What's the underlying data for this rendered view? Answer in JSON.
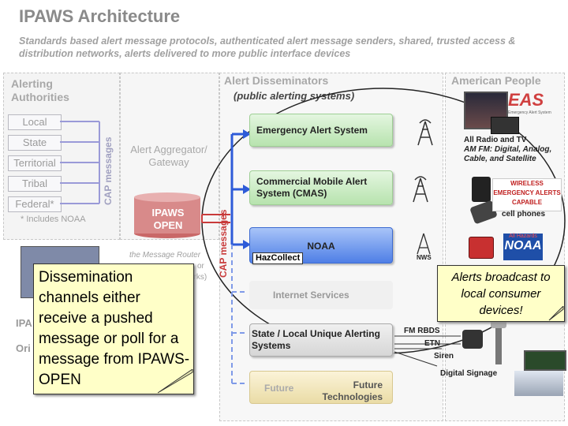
{
  "title": "IPAWS Architecture",
  "subtitle": "Standards based alert message protocols, authenticated alert message senders, shared, trusted access & distribution networks, alerts delivered to more public interface devices",
  "alerting": {
    "heading": "Alerting Authorities",
    "items": [
      "Local",
      "State",
      "Territorial",
      "Tribal",
      "Federal*"
    ],
    "footnote": "* Includes NOAA",
    "cap_label": "CAP messages"
  },
  "aggregator": {
    "label": "Alert Aggregator/ Gateway",
    "ipaws_label": "IPAWS OPEN",
    "router_text": "the Message Router",
    "router_partial": "or",
    "router_partial2": "orks)"
  },
  "disseminators": {
    "heading": "Alert Disseminators",
    "subheading": "(public alerting systems)",
    "cap_label": "CAP messages",
    "items": [
      {
        "label": "Emergency Alert System"
      },
      {
        "label": "Commercial Mobile Alert System (CMAS)"
      },
      {
        "label": "NOAA"
      },
      {
        "label": "Internet Services"
      },
      {
        "label": "State / Local Unique Alerting Systems"
      },
      {
        "label": "Future Technologies"
      }
    ],
    "hazcollect": "HazCollect",
    "future_prefix": "Future"
  },
  "people": {
    "heading": "American People",
    "eas_caption": "All Radio and TV",
    "eas_sub": "AM FM: Digital, Analog, Cable, and Satellite",
    "cmas_caption": "cell phones",
    "nws_label": "NWS",
    "eas_logo": "EAS",
    "eas_logo_sub": "Emergency Alert System",
    "wireless_badge": "WIRELESS EMERGENCY ALERTS CAPABLE",
    "noaa_badge": "NOAA",
    "noaa_badge_top": "All Hazards",
    "fm_rbds": "FM RBDS",
    "etn": "ETN",
    "siren": "Siren",
    "digital_signage": "Digital Signage"
  },
  "left_partial": {
    "ipaws": "IPA",
    "ori": "Ori"
  },
  "callout_left": "Dissemination channels either receive a pushed message or poll for a message from IPAWS-OPEN",
  "callout_right": "Alerts broadcast to local consumer devices!",
  "colors": {
    "blue": "#2e5bd8",
    "red": "#c83a3a",
    "note": "#ffffc8",
    "green": "#b7e3ae"
  }
}
